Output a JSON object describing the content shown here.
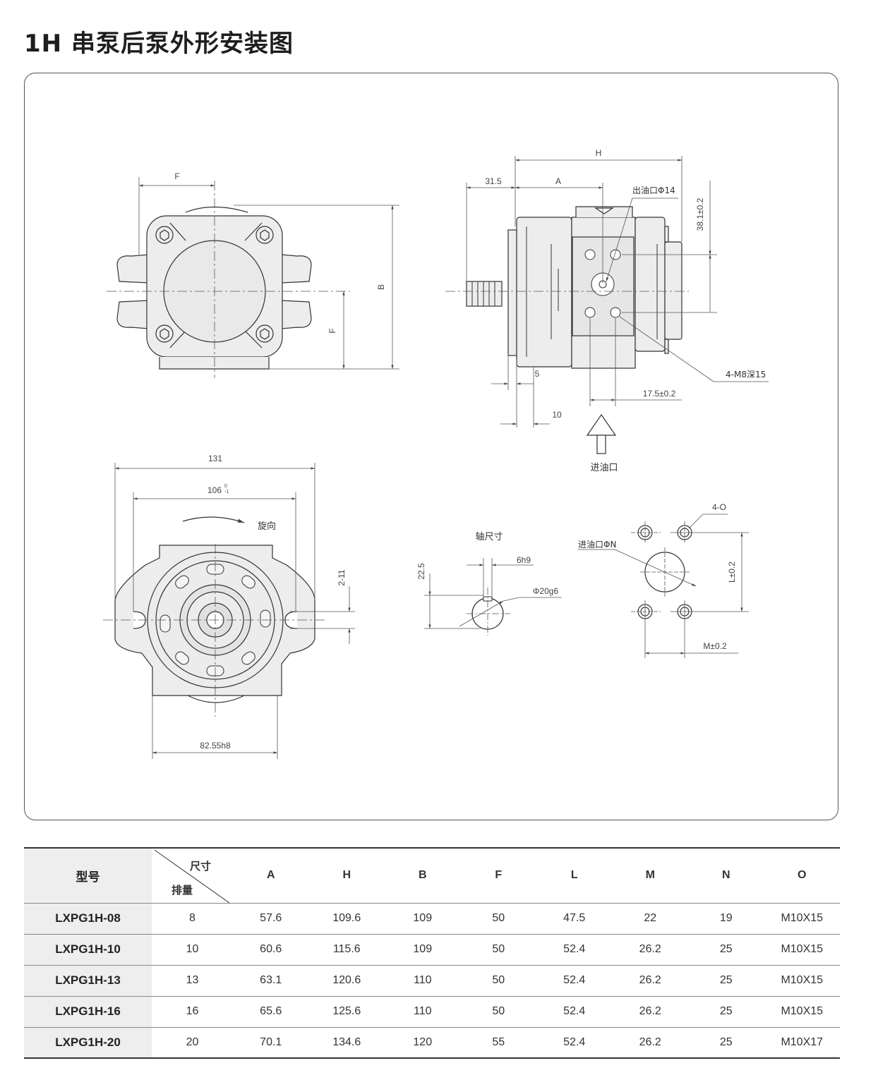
{
  "title": "1H 串泵后泵外形安装图",
  "drawing": {
    "front_view": {
      "dim_F_top": "F",
      "dim_B": "B",
      "dim_F_side": "F"
    },
    "side_view": {
      "dim_H": "H",
      "dim_31_5": "31.5",
      "dim_A": "A",
      "outlet_label": "出油口Φ14",
      "dim_38_1": "38.1±0.2",
      "thread_label": "4-M8深15",
      "dim_17_5": "17.5±0.2",
      "dim_5": "5",
      "dim_10": "10",
      "inlet_label": "进油口"
    },
    "flange_view": {
      "dim_131": "131",
      "dim_106": "106",
      "dim_106_tol_upper": "0",
      "dim_106_tol_lower": "-1",
      "rotation_label": "旋向",
      "dim_2_11": "2-11",
      "dim_82_55": "82.55h8"
    },
    "shaft_view": {
      "title": "轴尺寸",
      "dim_22_5": "22.5",
      "dim_6h9": "6h9",
      "dim_phi20": "Φ20g6"
    },
    "port_view": {
      "inlet_label": "进油口ΦN",
      "dim_4_O": "4-O",
      "dim_L": "L±0.2",
      "dim_M": "M±0.2"
    }
  },
  "table": {
    "header_model": "型号",
    "header_diag_top": "尺寸",
    "header_diag_bottom": "排量",
    "columns": [
      "A",
      "H",
      "B",
      "F",
      "L",
      "M",
      "N",
      "O"
    ],
    "rows": [
      {
        "model": "LXPG1H-08",
        "displacement": "8",
        "values": [
          "57.6",
          "109.6",
          "109",
          "50",
          "47.5",
          "22",
          "19",
          "M10X15"
        ]
      },
      {
        "model": "LXPG1H-10",
        "displacement": "10",
        "values": [
          "60.6",
          "115.6",
          "109",
          "50",
          "52.4",
          "26.2",
          "25",
          "M10X15"
        ]
      },
      {
        "model": "LXPG1H-13",
        "displacement": "13",
        "values": [
          "63.1",
          "120.6",
          "110",
          "50",
          "52.4",
          "26.2",
          "25",
          "M10X15"
        ]
      },
      {
        "model": "LXPG1H-16",
        "displacement": "16",
        "values": [
          "65.6",
          "125.6",
          "110",
          "50",
          "52.4",
          "26.2",
          "25",
          "M10X15"
        ]
      },
      {
        "model": "LXPG1H-20",
        "displacement": "20",
        "values": [
          "70.1",
          "134.6",
          "120",
          "55",
          "52.4",
          "26.2",
          "25",
          "M10X17"
        ]
      }
    ]
  }
}
